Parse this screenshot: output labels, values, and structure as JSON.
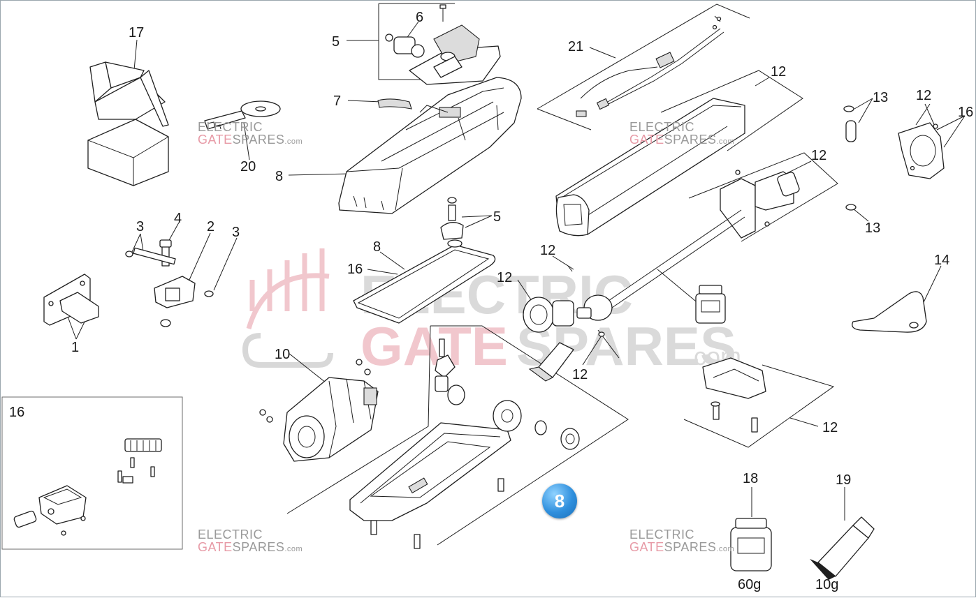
{
  "watermark": {
    "line1": "ELECTRIC",
    "line2_a": "GATE",
    "line2_b": "SPARES",
    "suffix": ".com"
  },
  "labels": {
    "p1": "1",
    "p2": "2",
    "p3a": "3",
    "p3b": "3",
    "p4": "4",
    "p5a": "5",
    "p5b": "5",
    "p6": "6",
    "p7": "7",
    "p8a": "8",
    "p8b": "8",
    "p10": "10",
    "p12a": "12",
    "p12b": "12",
    "p12c": "12",
    "p12d": "12",
    "p12e": "12",
    "p12f": "12",
    "p12g": "12",
    "p13a": "13",
    "p13b": "13",
    "p14": "14",
    "p16a": "16",
    "p16b": "16",
    "p16c": "16",
    "p17": "17",
    "p18": "18",
    "p19": "19",
    "p20": "20",
    "p21": "21"
  },
  "badge": {
    "number": "8",
    "color": "#2f8fdd"
  },
  "weights": {
    "grease_jar": "60g",
    "grease_tube": "10g"
  },
  "colors": {
    "watermark_pink": "#e79aa6",
    "watermark_grey": "#9a9a9a",
    "line": "#1f1f1f"
  }
}
